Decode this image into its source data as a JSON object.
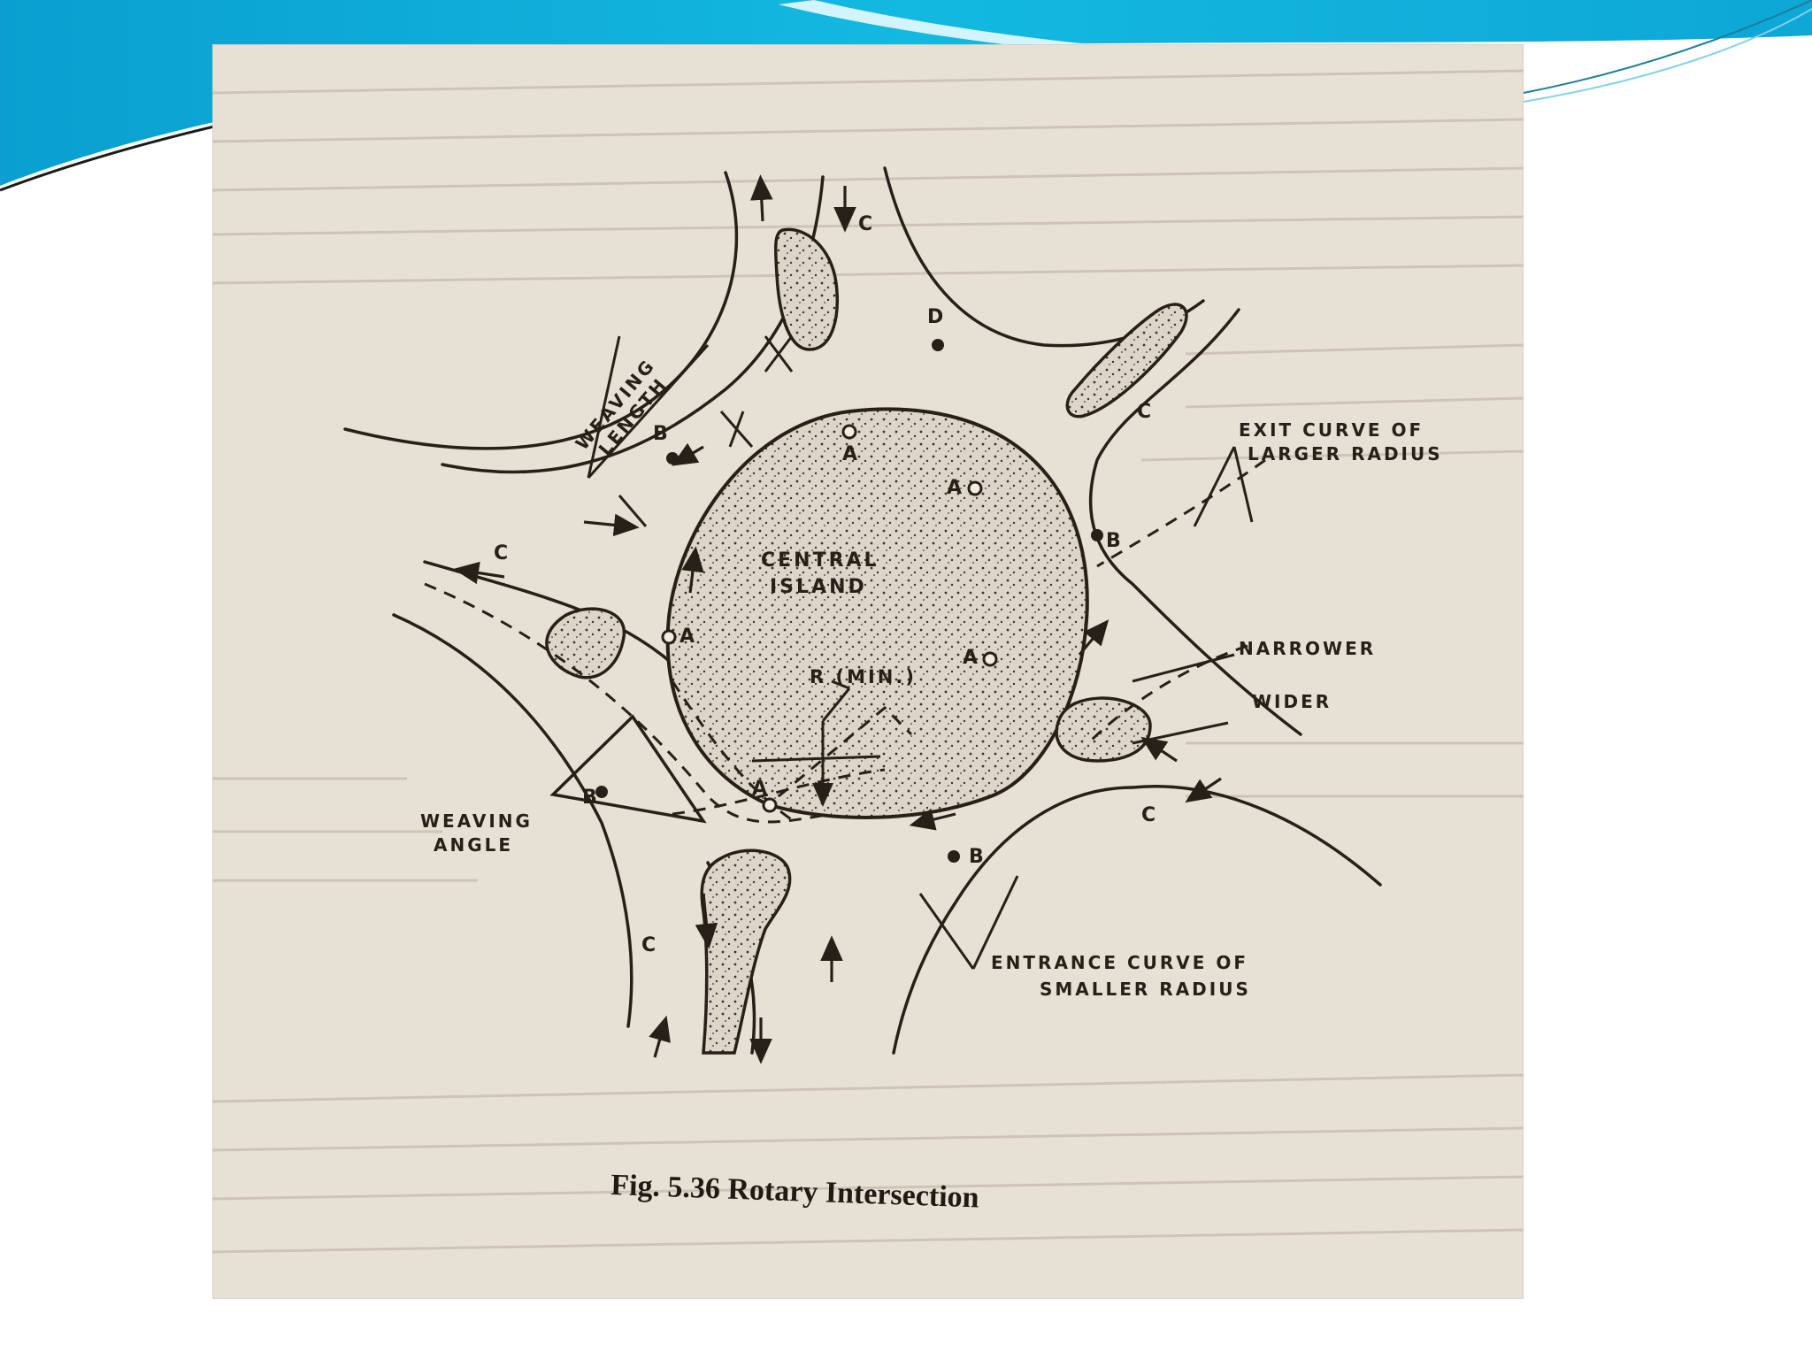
{
  "slide": {
    "accent_colors": [
      "#0aa6d4",
      "#1cc4e4",
      "#7fdbee"
    ]
  },
  "figure": {
    "caption": "Fig. 5.36 Rotary Intersection",
    "labels": {
      "central_island_l1": "CENTRAL",
      "central_island_l2": "ISLAND",
      "weaving_length_l1": "WEAVING",
      "weaving_length_l2": "LENGTH",
      "weaving_angle_l1": "WEAVING",
      "weaving_angle_l2": "ANGLE",
      "exit_curve_l1": "EXIT CURVE OF",
      "exit_curve_l2": "LARGER RADIUS",
      "entrance_curve_l1": "ENTRANCE CURVE OF",
      "entrance_curve_l2": "SMALLER RADIUS",
      "narrower": "NARROWER",
      "wider": "WIDER",
      "radius": "R (MIN.)"
    },
    "points": {
      "a": "A",
      "b": "B",
      "c": "C",
      "d": "D"
    }
  }
}
